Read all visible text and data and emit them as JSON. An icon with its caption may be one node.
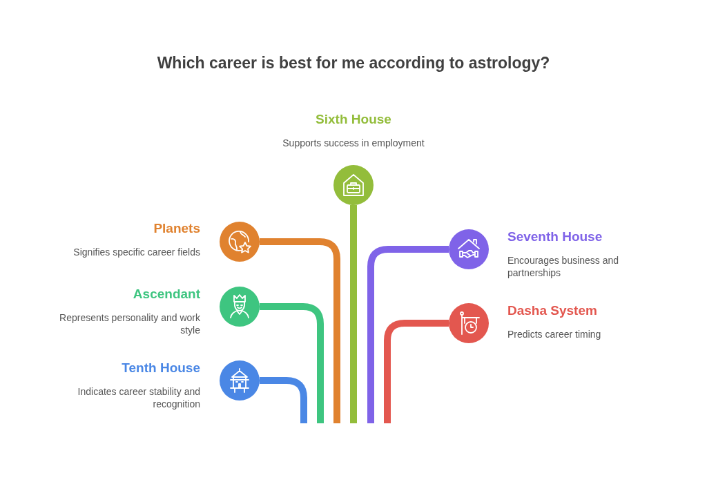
{
  "diagram": {
    "title": "Which career is best for me according to astrology?",
    "nodes": [
      {
        "text": [
          "Sixth House",
          "Supports success in employment"
        ]
      },
      {
        "text": [
          "Planets",
          "Signifies specific career fields"
        ]
      },
      {
        "text": [
          "Seventh House",
          "Encourages business and partnerships"
        ]
      },
      {
        "text": [
          "Ascendant",
          "Represents personality and work style"
        ]
      },
      {
        "text": [
          "Dasha System",
          "Predicts career timing"
        ]
      },
      {
        "text": [
          "Tenth House",
          "Indicates career stability and recognition"
        ]
      }
    ],
    "edges": [
      {
        "from": 0,
        "to": null,
        "arrow": "none",
        "color": "#93bd3b"
      },
      {
        "from": 1,
        "to": null,
        "arrow": "none",
        "color": "#e0822f"
      },
      {
        "from": 2,
        "to": null,
        "arrow": "none",
        "color": "#7f63e8"
      },
      {
        "from": 3,
        "to": null,
        "arrow": "none",
        "color": "#3ec580"
      },
      {
        "from": 4,
        "to": null,
        "arrow": "none",
        "color": "#e3574f"
      },
      {
        "from": 5,
        "to": null,
        "arrow": "none",
        "color": "#4a87e5"
      }
    ]
  }
}
